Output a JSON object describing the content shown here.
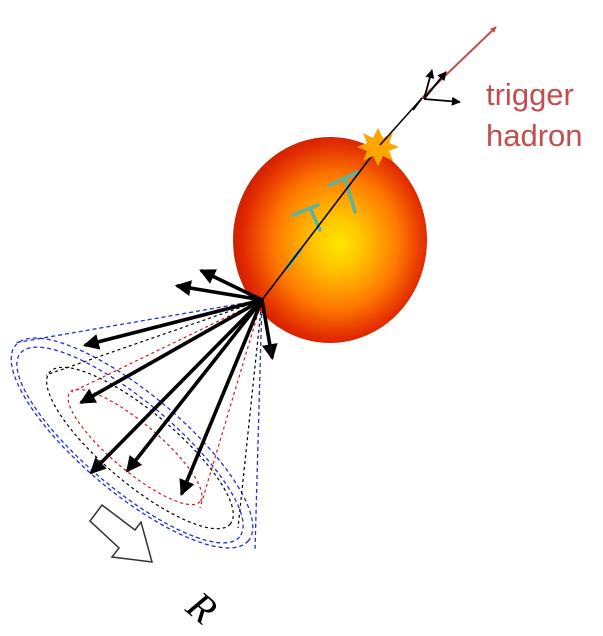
{
  "labels": {
    "trigger_line1": "trigger",
    "trigger_line2": "hadron",
    "cone_radius": "R"
  },
  "colors": {
    "trigger_arrow": "#c0504d",
    "trigger_text": "#c0504d",
    "sphere_center": "#ffe600",
    "sphere_mid": "#ff7a00",
    "sphere_edge": "#b81400",
    "burst": "#ffa500",
    "medium_radiation": "#5ab4a0",
    "cone_outer": "#1f2fdc",
    "cone_middle": "#000000",
    "cone_inner": "#d01818",
    "jet_arrows": "#000000"
  },
  "icons": {
    "burst": "star-burst-icon",
    "radius_direction": "hollow-arrow-icon"
  }
}
